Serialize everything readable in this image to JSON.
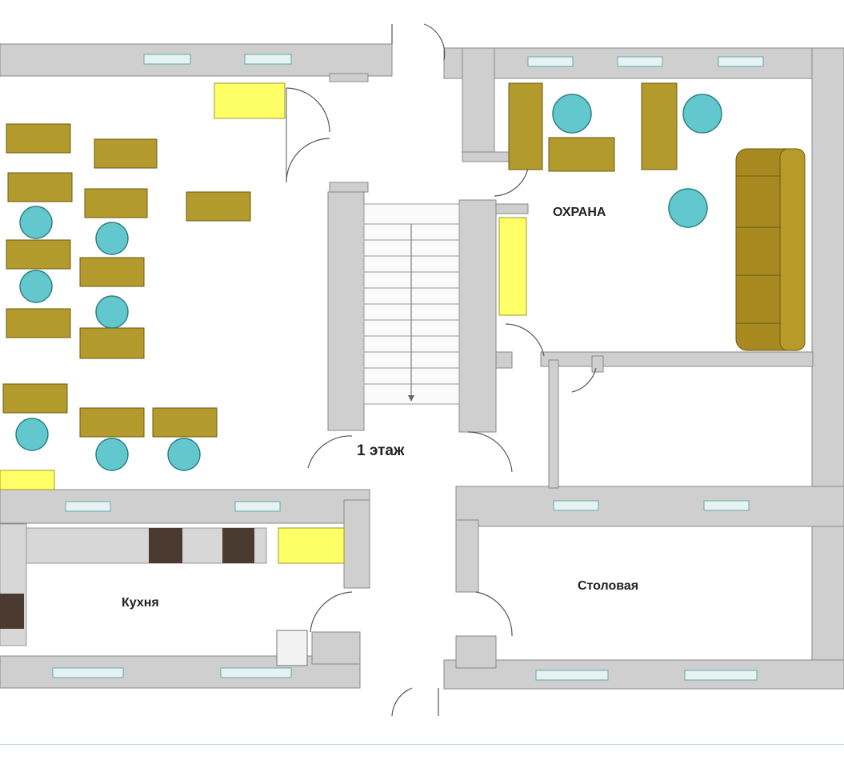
{
  "labels": {
    "security_room": "ОХРАНА",
    "floor": "1 этаж",
    "kitchen": "Кухня",
    "dining": "Столовая"
  },
  "colors": {
    "wall": "#cfcfcf",
    "desk": "#b39a2c",
    "yellow_desk": "#ffff66",
    "chair": "#62c8cd",
    "sofa": "#a8891f"
  },
  "icons": [
    "desk-icon",
    "chair-icon",
    "sofa-icon",
    "door-icon",
    "window-icon",
    "stairs-icon"
  ]
}
